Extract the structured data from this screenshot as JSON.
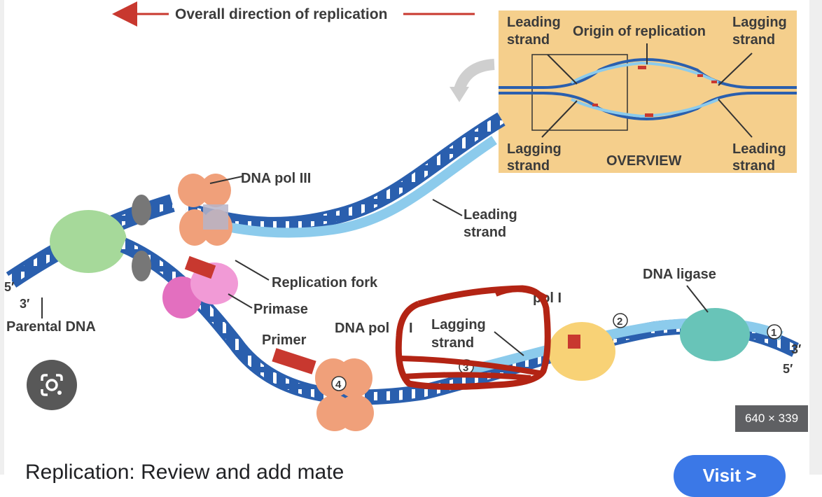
{
  "figure": {
    "direction_label": "Overall direction of replication",
    "overview": {
      "leading_top": [
        "Leading",
        "strand"
      ],
      "origin": "Origin of replication",
      "lagging_top": [
        "Lagging",
        "strand"
      ],
      "lagging_bottom": [
        "Lagging",
        "strand"
      ],
      "title": "OVERVIEW",
      "leading_bottom": [
        "Leading",
        "strand"
      ]
    },
    "labels": {
      "dna_pol_iii": "DNA pol III",
      "leading_strand": [
        "Leading",
        "strand"
      ],
      "replication_fork": "Replication fork",
      "primase": "Primase",
      "parental_dna": "Parental DNA",
      "primer": "Primer",
      "dna_pol_i_left": "DNA pol",
      "dna_pol_i_left_suffix": "I",
      "dna_pol_i_right": "pol I",
      "lagging_strand": [
        "Lagging",
        "strand"
      ],
      "dna_ligase": "DNA ligase",
      "end_5_left": "5′",
      "end_3_left": "3′",
      "end_3_right": "3′",
      "end_5_right": "5′",
      "step_1": "1",
      "step_2": "2",
      "step_3": "3",
      "step_4": "4"
    }
  },
  "overlay": {
    "dimensions": "640 × 339",
    "lens_icon": "google-lens-icon"
  },
  "result": {
    "title": "Replication: Review and add mate",
    "visit_label": "Visit >"
  },
  "colors": {
    "dark_strand": "#2a5fae",
    "light_strand": "#8ccbec",
    "overview_bg": "#f5cf8c",
    "annotation_red": "#b32414",
    "direction_arrow": "#c8382f",
    "visit_blue": "#3b78e7"
  }
}
